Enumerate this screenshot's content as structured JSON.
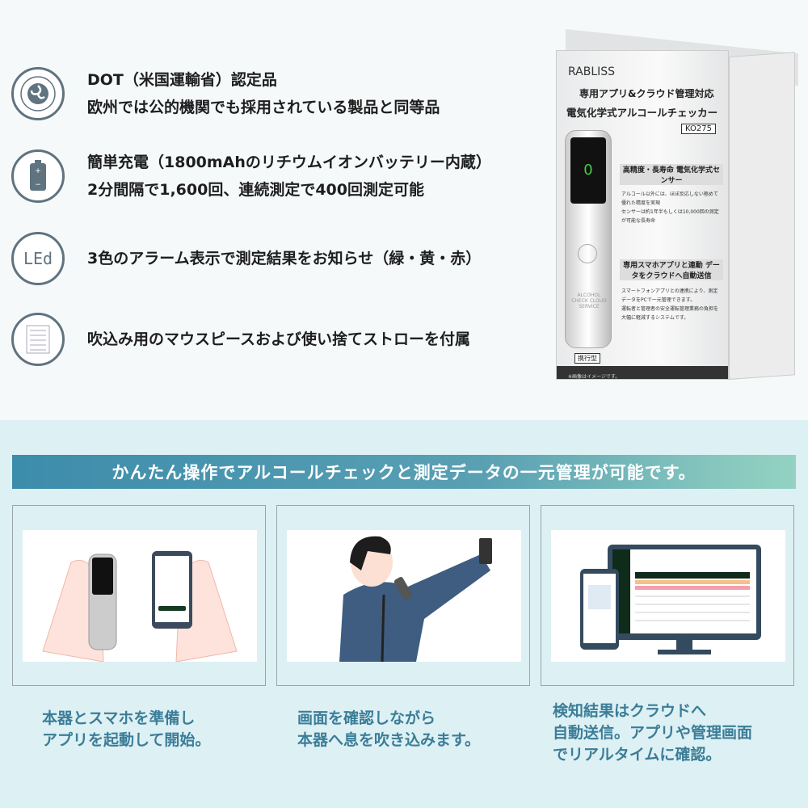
{
  "features": [
    {
      "icon": "dot-seal-icon",
      "lines": [
        "DOT（米国運輸省）認定品",
        "欧州では公的機関でも採用されている製品と同等品"
      ]
    },
    {
      "icon": "battery-icon",
      "lines": [
        "簡単充電（1800mAhのリチウムイオンバッテリー内蔵）",
        "2分間隔で1,600回、連続測定で400回測定可能"
      ]
    },
    {
      "icon": "led-icon",
      "icon_text": "LEd",
      "lines": [
        "3色のアラーム表示で測定結果をお知らせ（緑・黄・赤）"
      ]
    },
    {
      "icon": "mouthpiece-icon",
      "lines": [
        "吹込み用のマウスピースおよび使い捨てストローを付属"
      ]
    }
  ],
  "product_box": {
    "brand": "RABLISS",
    "subtitle": "専用アプリ&クラウド管理対応",
    "title": "電気化学式アルコールチェッカー",
    "model": "KO275",
    "sensor_heading": "高精度・長寿命 電気化学式センサー",
    "sensor_points": [
      "アルコール以外には、ほぼ反応しない極めて優れた精度を実現",
      "センサーは約1年半もしくは10,000回の測定が可能な長寿命"
    ],
    "app_heading": "専用スマホアプリと連動 データをクラウドへ自動送信",
    "app_points": [
      "スマートフォンアプリとの連携により、測定データをPCで一元管理できます。",
      "運転者と管理者の安全運転管理業務の負担を大幅に軽減するシステムです。"
    ],
    "device_text": "ALCOHOL CHECK CLOUD SERVICE",
    "device_reading": "0",
    "type_label": "携行型",
    "note": "※画像はイメージです。"
  },
  "banner": "かんたん操作でアルコールチェックと測定データの一元管理が可能です。",
  "steps": [
    {
      "caption": [
        "本器とスマホを準備し",
        "アプリを起動して開始。"
      ]
    },
    {
      "caption": [
        "画面を確認しながら",
        "本器へ息を吹き込みます。"
      ]
    },
    {
      "caption": [
        "検知結果はクラウドへ",
        "自動送信。アプリや管理画面",
        "でリアルタイムに確認。"
      ]
    }
  ],
  "colors": {
    "accent": "#3b7d98",
    "icon": "#5f7380",
    "banner_start": "#3c8cab",
    "banner_end": "#94d3c2",
    "background_bottom": "#ddf0f3"
  }
}
